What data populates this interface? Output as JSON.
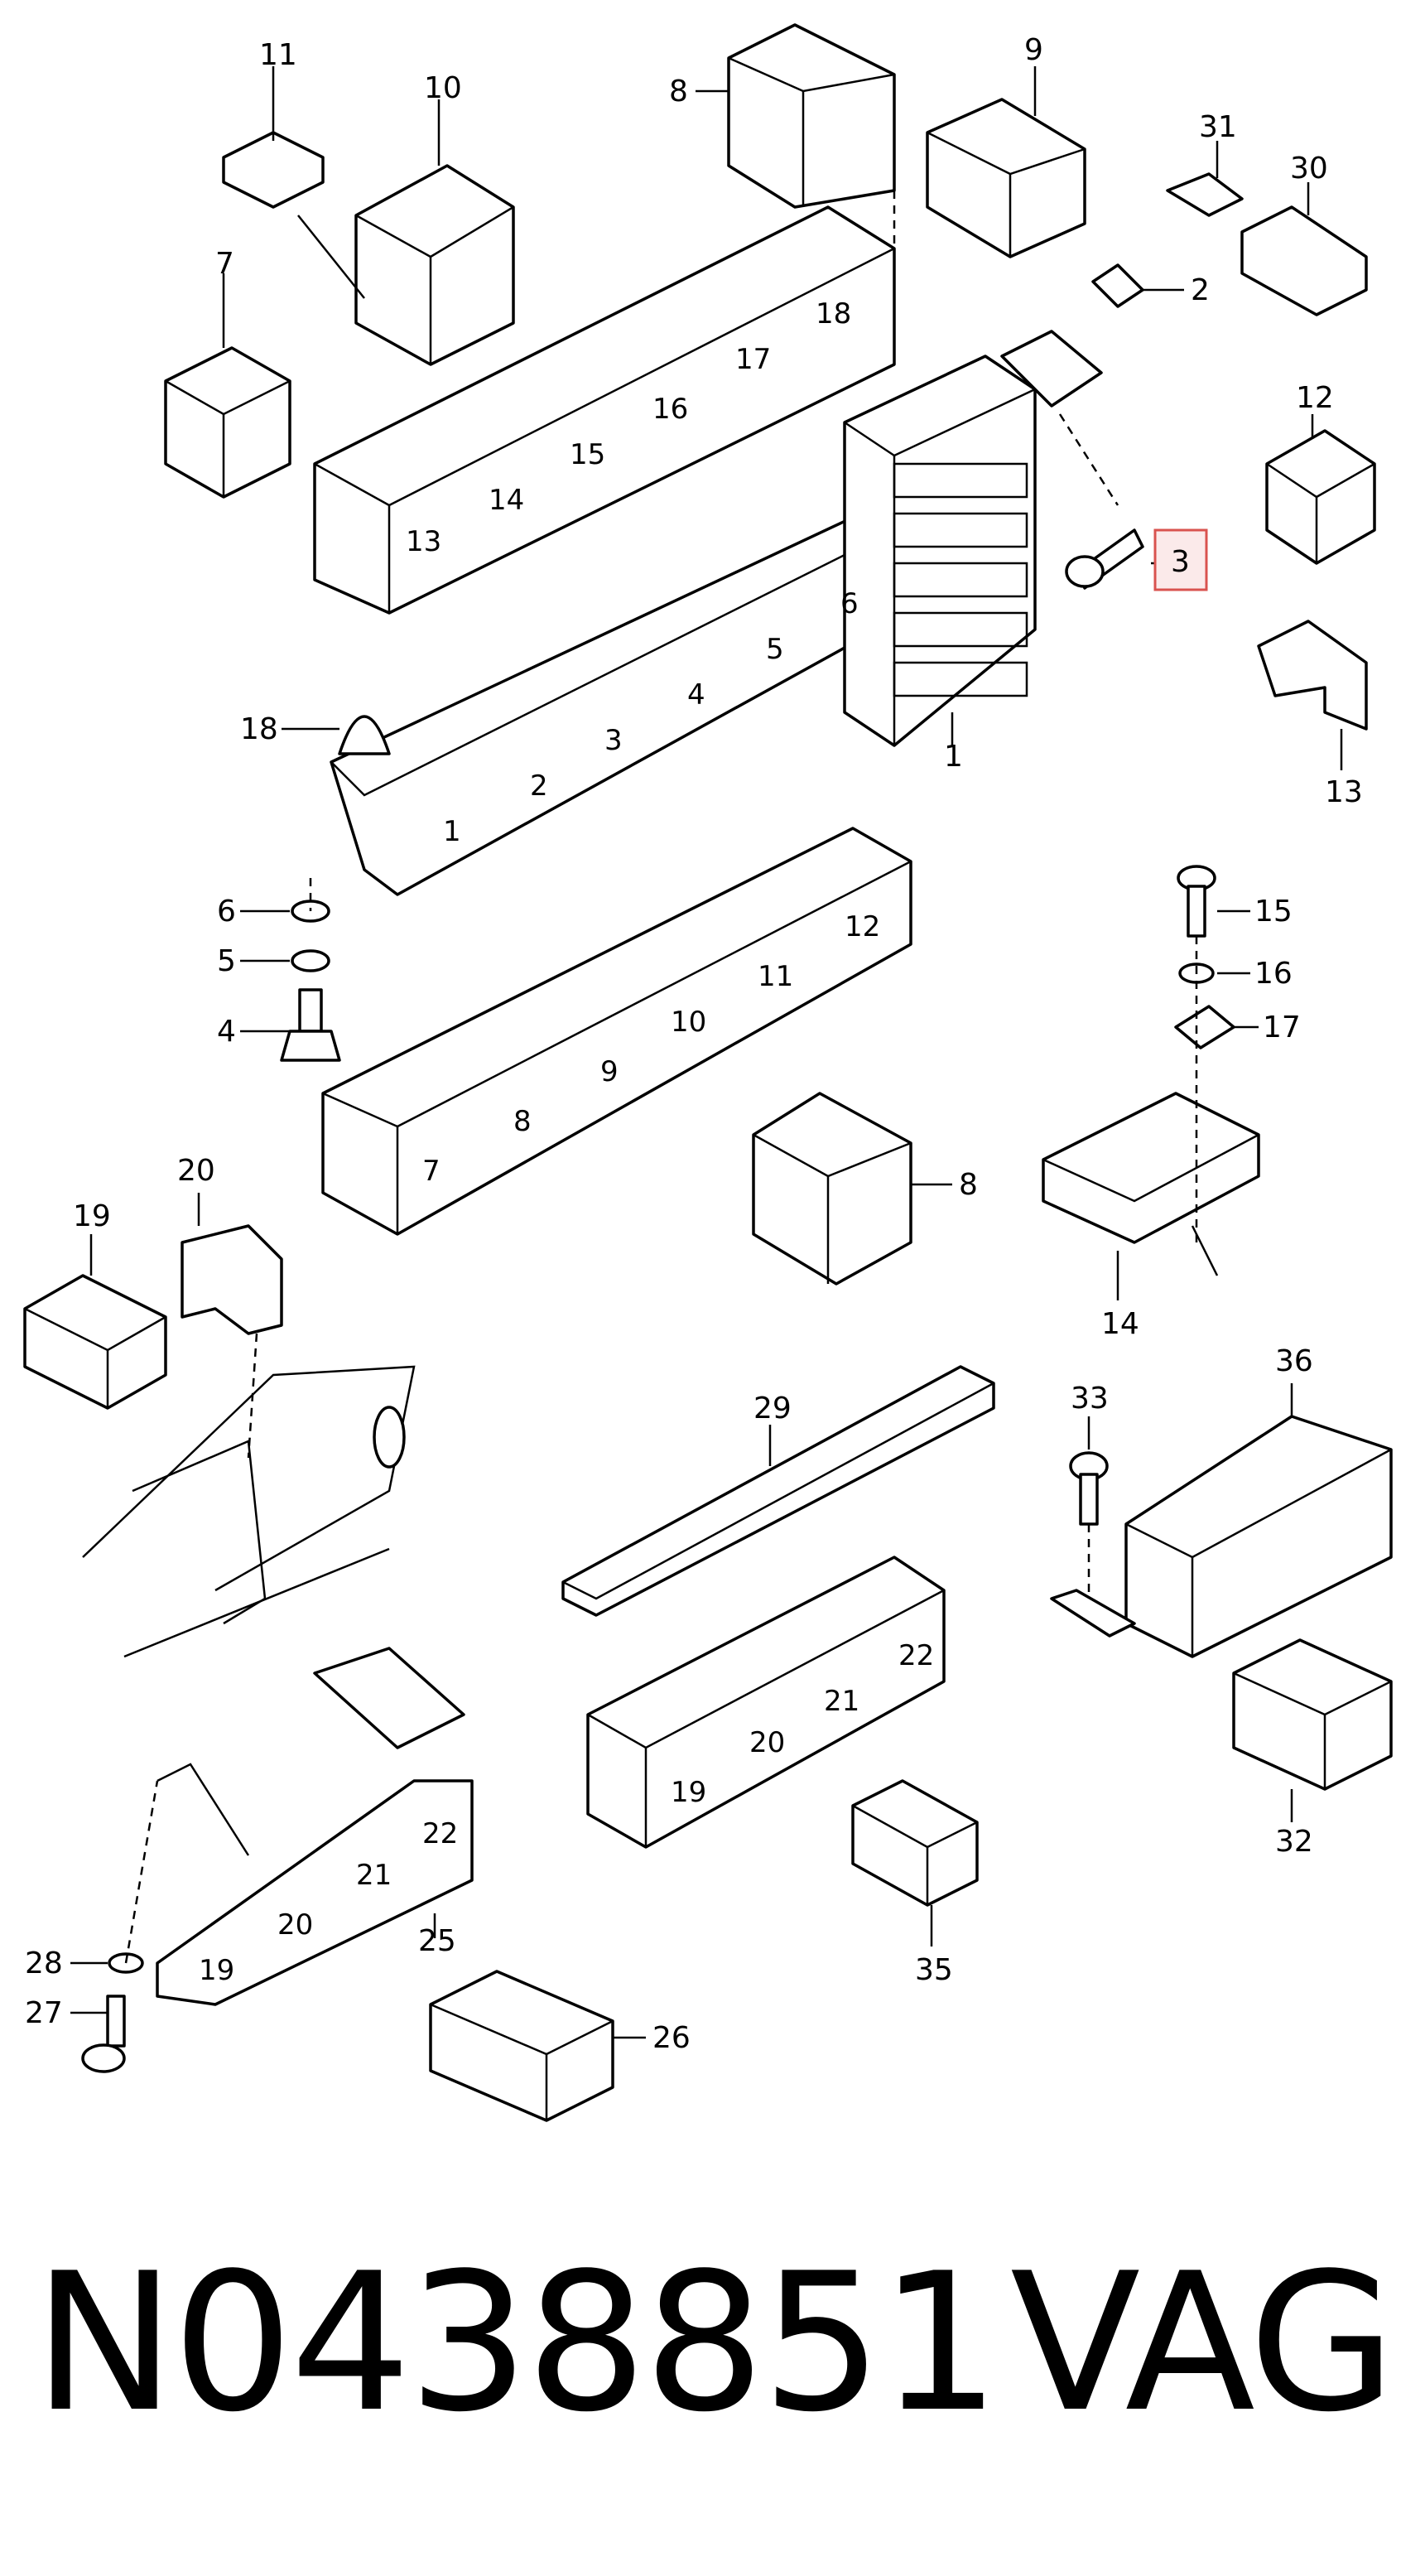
{
  "diagram": {
    "callouts": {
      "c1": "1",
      "c2": "2",
      "c3": "3",
      "c4": "4",
      "c5": "5",
      "c6": "6",
      "c7": "7",
      "c8a": "8",
      "c8b": "8",
      "c9": "9",
      "c10": "10",
      "c11": "11",
      "c12": "12",
      "c13a": "13",
      "c14": "14",
      "c15": "15",
      "c16": "16",
      "c17": "17",
      "c18": "18",
      "c19": "19",
      "c20": "20",
      "c25": "25",
      "c26": "26",
      "c27": "27",
      "c28": "28",
      "c29": "29",
      "c30": "30",
      "c31": "31",
      "c32": "32",
      "c33": "33",
      "c35": "35",
      "c36": "36"
    },
    "slots": {
      "top_row": [
        "13",
        "14",
        "15",
        "16",
        "17",
        "18"
      ],
      "mid_row": [
        "1",
        "2",
        "3",
        "4",
        "5",
        "6"
      ],
      "low_row": [
        "7",
        "8",
        "9",
        "10",
        "11",
        "12"
      ],
      "right_row": [
        "19",
        "20",
        "21",
        "22"
      ],
      "left_bracket": [
        "19",
        "20",
        "21",
        "22"
      ]
    },
    "highlight_color": "#d9534f"
  },
  "footer": {
    "part_number": "N0438851",
    "brand": "VAG"
  }
}
